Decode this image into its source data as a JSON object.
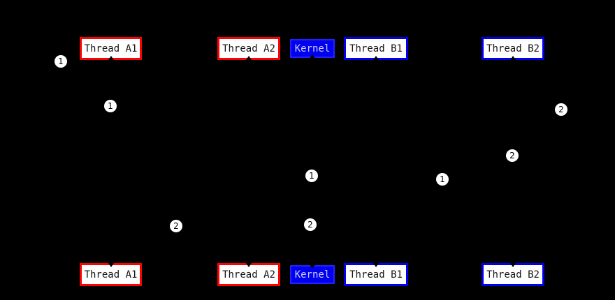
{
  "diagram_kind": "thread-kernel-sequence-diagram",
  "actors_top": [
    {
      "label": "Thread A1",
      "variant": "a"
    },
    {
      "label": "Thread A2",
      "variant": "a"
    },
    {
      "label": "Kernel",
      "variant": "kernel"
    },
    {
      "label": "Thread B1",
      "variant": "b"
    },
    {
      "label": "Thread B2",
      "variant": "b"
    }
  ],
  "actors_bottom": [
    {
      "label": "Thread A1",
      "variant": "a"
    },
    {
      "label": "Thread A2",
      "variant": "a"
    },
    {
      "label": "Kernel",
      "variant": "kernel"
    },
    {
      "label": "Thread B1",
      "variant": "b"
    },
    {
      "label": "Thread B2",
      "variant": "b"
    }
  ],
  "markers": [
    {
      "label": "1"
    },
    {
      "label": "1"
    },
    {
      "label": "1"
    },
    {
      "label": "1"
    },
    {
      "label": "2"
    },
    {
      "label": "2"
    },
    {
      "label": "2"
    },
    {
      "label": "2"
    }
  ],
  "colors": {
    "background": "#000000",
    "thread_a_border": "#ff0000",
    "thread_b_border": "#0000ee",
    "kernel_fill": "#0000ee",
    "kernel_border": "#2222ff",
    "kernel_text": "#ccccff",
    "box_fill": "#ffffff",
    "box_text": "#141414",
    "marker_fill": "#ffffff",
    "marker_text": "#000000"
  }
}
